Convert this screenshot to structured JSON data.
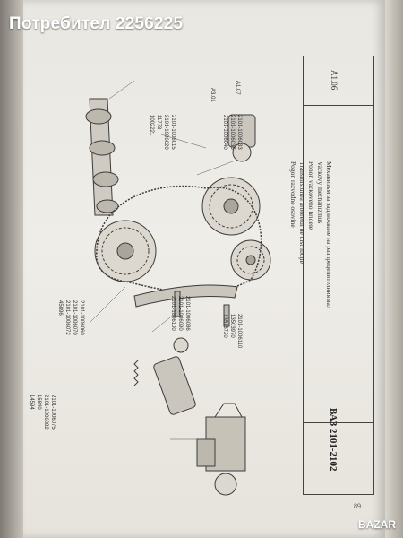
{
  "watermark": {
    "seller": "Потребител 2256225"
  },
  "document": {
    "figure_code": "A1.06",
    "model": "ВАЗ  2101-2102",
    "title_lines": [
      "Механизъм за задвижване на разпределителния вал",
      "Vačkový mechanizmus",
      "Pohon vačkového hřídele",
      "Transmisiunea arborelui de distribuţie",
      "Pogon razvodne osovine"
    ],
    "page_number": "89",
    "part_labels": [
      "A1.07",
      "2101-1006015",
      "2101-1006020",
      "2101-1006033",
      "2101-1006035",
      "2101-1006040",
      "2101-1006060",
      "2101-1006070",
      "2101-1006072",
      "2101-1006075",
      "2101-1006082",
      "2101-1006086",
      "2101-1006090",
      "2101-1006100",
      "2101-1006110",
      "A3.01",
      "11773",
      "45896",
      "1002221",
      "13503970",
      "13513720",
      "14594",
      "15840"
    ]
  },
  "brand": {
    "name": "BAZAR"
  }
}
